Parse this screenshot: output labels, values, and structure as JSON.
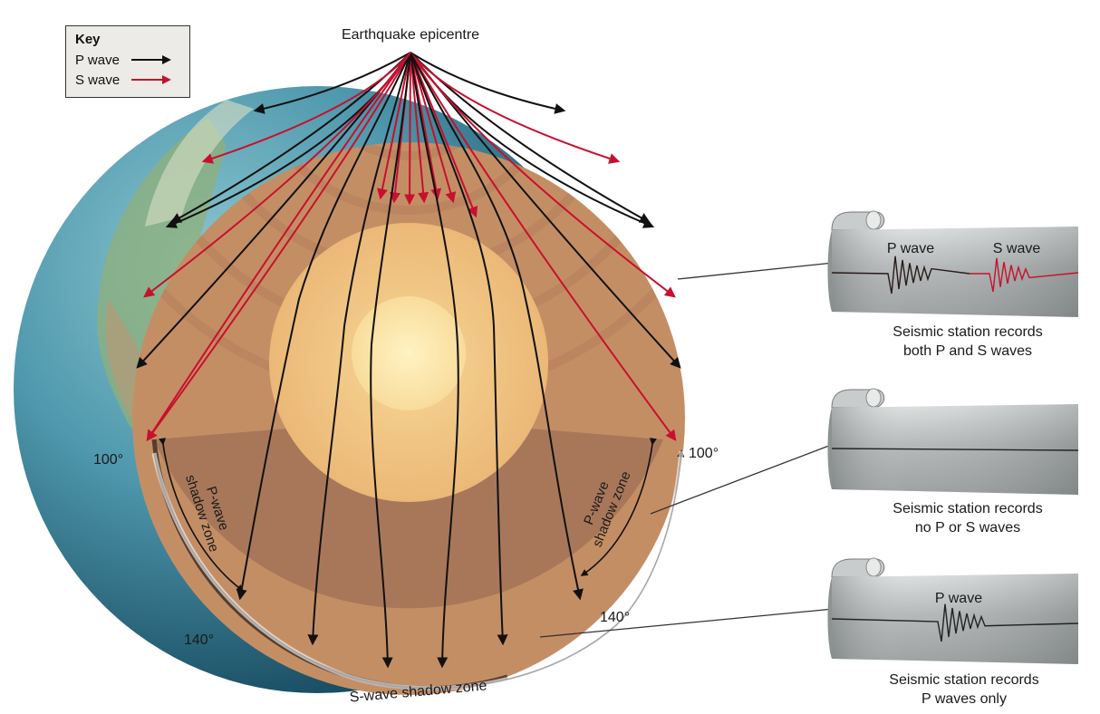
{
  "title": "Earthquake epicentre",
  "key": {
    "heading": "Key",
    "items": [
      {
        "label": "P wave",
        "color": "#111111"
      },
      {
        "label": "S wave",
        "color": "#c8102e"
      }
    ]
  },
  "angles": {
    "left_100": "100°",
    "right_100": "100°",
    "left_140": "140°",
    "right_140": "140°"
  },
  "shadow_zones": {
    "p_left_line1": "P-wave",
    "p_left_line2": "shadow zone",
    "p_right_line1": "P-wave",
    "p_right_line2": "shadow zone",
    "s_wave": "S-wave shadow zone"
  },
  "stations": [
    {
      "trace_labels": [
        "P wave",
        "S wave"
      ],
      "caption_line1": "Seismic station records",
      "caption_line2": "both P and S waves"
    },
    {
      "trace_labels": [],
      "caption_line1": "Seismic station records",
      "caption_line2": "no P or S waves"
    },
    {
      "trace_labels": [
        "P wave"
      ],
      "caption_line1": "Seismic station records",
      "caption_line2": "P waves only"
    }
  ],
  "colors": {
    "p_wave": "#111111",
    "s_wave": "#c8102e",
    "mantle": "#c08a63",
    "outer_core": "#f0c27e",
    "inner_core": "#fbe6a8",
    "ocean": "#3f8fa8",
    "drum": "#a7abab"
  }
}
